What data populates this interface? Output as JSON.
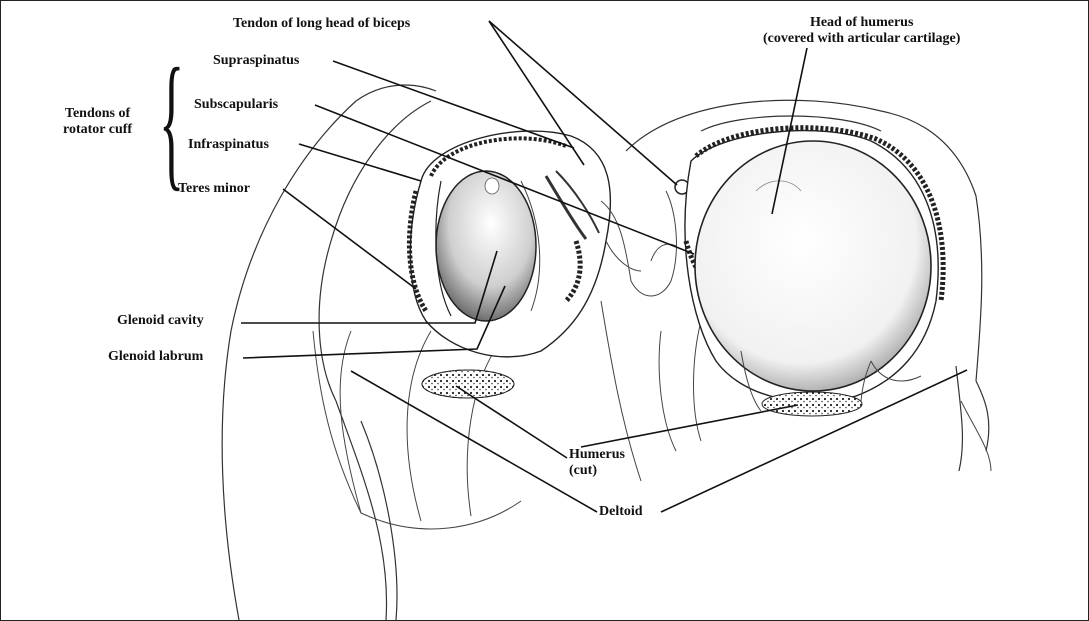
{
  "labels": {
    "tendon_biceps": "Tendon of long head of biceps",
    "head_humerus_line1": "Head of humerus",
    "head_humerus_line2": "(covered with articular cartilage)",
    "supraspinatus": "Supraspinatus",
    "subscapularis": "Subscapularis",
    "infraspinatus": "Infraspinatus",
    "teres_minor": "Teres minor",
    "rotator_cuff_line1": "Tendons of",
    "rotator_cuff_line2": "rotator cuff",
    "glenoid_cavity": "Glenoid cavity",
    "glenoid_labrum": "Glenoid labrum",
    "humerus_cut_line1": "Humerus",
    "humerus_cut_line2": "(cut)",
    "deltoid": "Deltoid"
  }
}
